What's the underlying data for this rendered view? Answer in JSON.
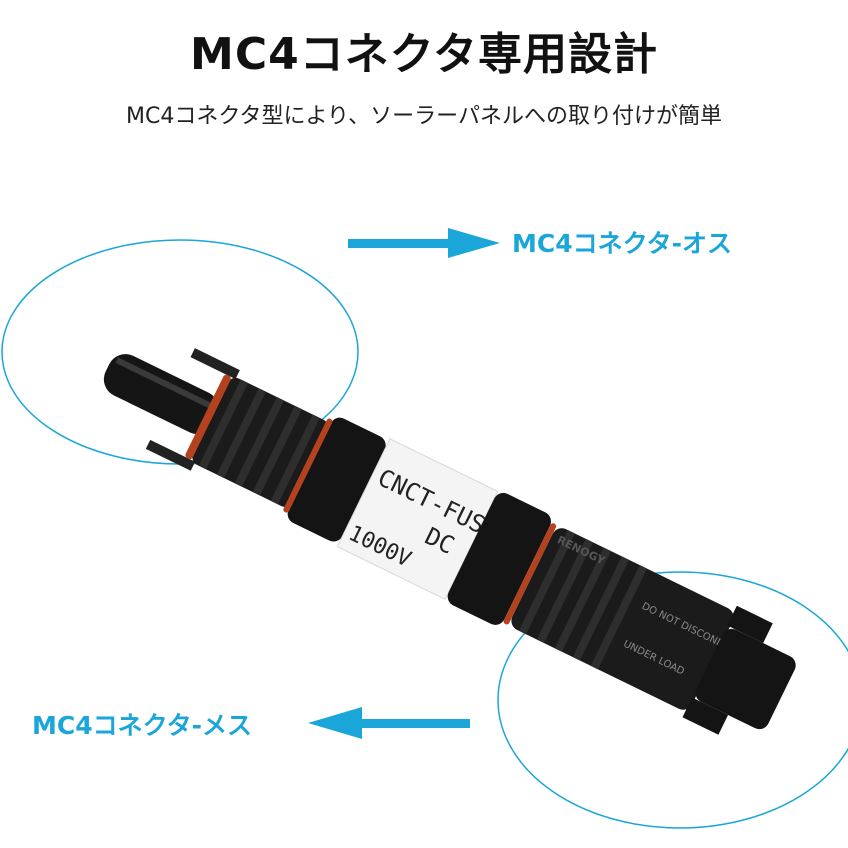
{
  "header": {
    "title": "MC4コネクタ専用設計",
    "subtitle": "MC4コネクタ型により、ソーラーパネルへの取り付けが簡単"
  },
  "labels": {
    "male": "MC4コネクタ-オス",
    "female": "MC4コネクタ-メス"
  },
  "product": {
    "sleeve_text_1": "CNCT-FUSE",
    "sleeve_text_2": "DC",
    "sleeve_text_3": "1000V",
    "brand": "RENOGY",
    "warning_1": "DO NOT DISCONNECT",
    "warning_2": "UNDER LOAD"
  },
  "colors": {
    "accent": "#1aa6d9",
    "connector": "#1b1b1b",
    "oring": "#b5421f"
  }
}
